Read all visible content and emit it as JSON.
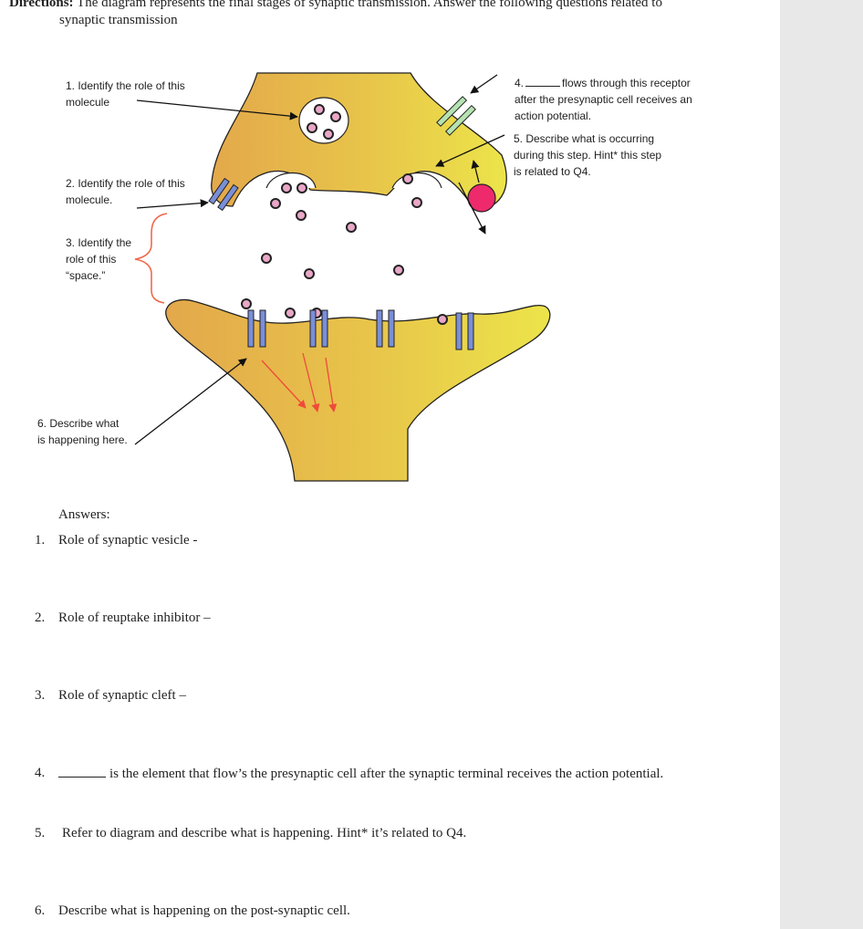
{
  "directions": {
    "label": "Directions:",
    "text": " The diagram represents the final stages of synaptic transmission. Answer the following questions related to",
    "text_line2": "synaptic transmission"
  },
  "diagram_labels": {
    "q1_line1": "1. Identify the role of this",
    "q1_line2": "molecule",
    "q2_line1": "2. Identify the role of this",
    "q2_line2": "molecule.",
    "q3_line1": "3. Identify the",
    "q3_line2": "role of this",
    "q3_line3": "“space.”",
    "q4_num": "4.",
    "q4_text": "flows through this receptor",
    "q4_line2": "after the presynaptic cell receives an",
    "q4_line3": "action potential.",
    "q5_line1": "5. Describe what is occurring",
    "q5_line2": "during this step. Hint* this step",
    "q5_line3": "is related to Q4.",
    "q6_line1": "6. Describe what",
    "q6_line2": "is happening here."
  },
  "answers": {
    "heading": "Answers:",
    "items": [
      {
        "num": "1.",
        "text": "Role of synaptic vesicle -"
      },
      {
        "num": "2.",
        "text": "Role of reuptake inhibitor –"
      },
      {
        "num": "3.",
        "text": "Role of synaptic cleft –"
      },
      {
        "num": "4.",
        "text": "is the element that flow’s the presynaptic cell after the synaptic terminal receives the action potential."
      },
      {
        "num": "5.",
        "text": "Refer to diagram and describe what is happening. Hint* it’s related to Q4."
      },
      {
        "num": "6.",
        "text": "Describe what is happening on the post-synaptic cell."
      }
    ]
  },
  "colors": {
    "cell_fill_left": "#e3a84b",
    "cell_fill_right": "#ece44a",
    "receptor_blue": "#7a8fd8",
    "channel_green": "#b5e3b0",
    "pump_pink": "#ee2a6c",
    "arrow_red": "#ef4a3a",
    "bracket_red": "#ef6a4a"
  }
}
